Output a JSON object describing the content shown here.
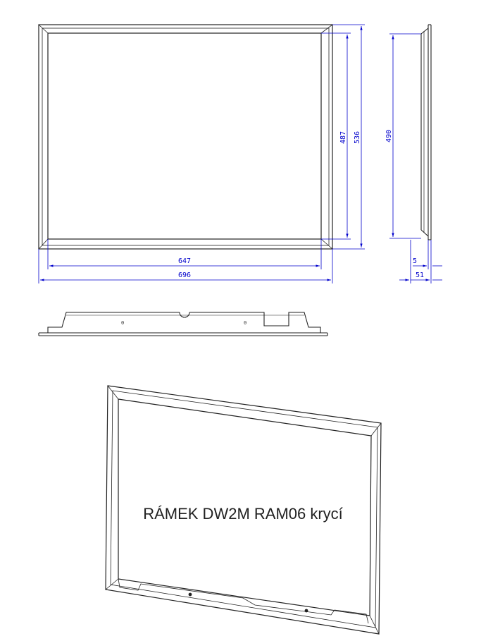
{
  "title": "RÁMEK DW2M RAM06 krycí",
  "dimensions": {
    "inner_width": "647",
    "outer_width": "696",
    "inner_height": "487",
    "outer_height": "536",
    "side_height": "490",
    "lip": "5",
    "depth": "51"
  },
  "colors": {
    "line": "#222222",
    "dimension": "#0000cc",
    "background": "#ffffff"
  }
}
